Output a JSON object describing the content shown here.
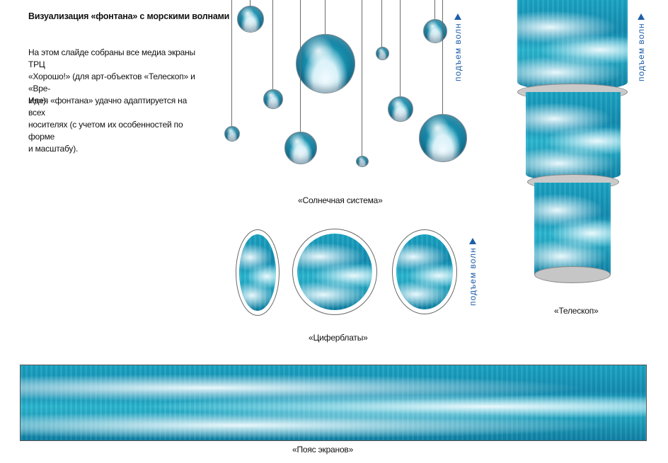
{
  "title": "Визуализация «фонтана» с морскими волнами",
  "description": {
    "paragraph1_line1": "На этом слайде собраны все медиа экраны ТРЦ",
    "paragraph1_line2": "«Хорошо!» (для арт-объектов «Телескоп» и «Вре-",
    "paragraph1_line3": "мя»).",
    "paragraph2_line1": "Идея «фонтана» удачно адаптируется на всех",
    "paragraph2_line2": "носителях (с учетом их особенностей по форме",
    "paragraph2_line3": "и масштабу)."
  },
  "captions": {
    "solar_system": "«Солнечная система»",
    "dials": "«Циферблаты»",
    "telescope": "«Телескоп»",
    "belt": "«Пояс экранов»"
  },
  "wave_rise_label": "подъем волн",
  "colors": {
    "accent_blue": "#1f5ea8",
    "water_dark": "#0f7fa3",
    "water_light": "#2ab5cf",
    "foam": "#e9f8fc"
  }
}
